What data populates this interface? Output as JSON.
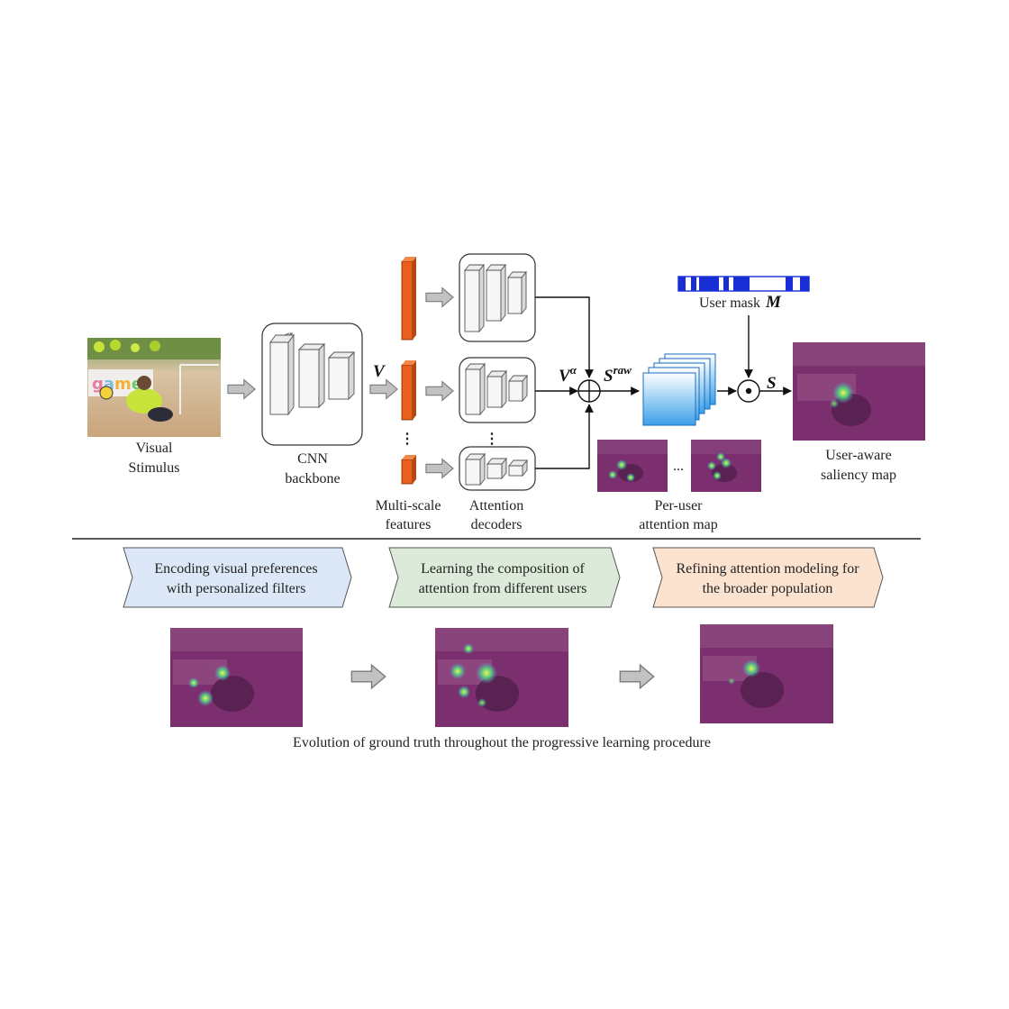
{
  "diagram": {
    "labels": {
      "visual_stimulus": [
        "Visual",
        "Stimulus"
      ],
      "cnn_backbone": [
        "CNN",
        "backbone"
      ],
      "multiscale_features": [
        "Multi-scale",
        "features"
      ],
      "attention_decoders": [
        "Attention",
        "decoders"
      ],
      "per_user_map": [
        "Per-user",
        "attention map"
      ],
      "user_aware_map": [
        "User-aware",
        "saliency map"
      ],
      "user_mask": "User mask",
      "ellipsis": "..."
    },
    "symbols": {
      "V": "V",
      "V_alpha_base": "V",
      "V_alpha_sup": "α",
      "S_raw_base": "S",
      "S_raw_sup": "raw",
      "S": "S",
      "M": "M"
    }
  },
  "stages": [
    {
      "lines": [
        "Encoding visual preferences",
        "with personalized filters"
      ],
      "color": "#dce8f7"
    },
    {
      "lines": [
        "Learning the composition of",
        "attention from different users"
      ],
      "color": "#dcebd9"
    },
    {
      "lines": [
        "Refining attention modeling for",
        "the broader population"
      ],
      "color": "#fce3cf"
    }
  ],
  "caption": "Evolution of ground truth throughout the progressive learning procedure",
  "colors": {
    "feature_orange": "#e8601c",
    "mask_blue": "#1a2ed6",
    "arrow_gray": "#bdbdbd",
    "saliency_purple": "#7b2f6e",
    "heat_green": "#4fe07a"
  }
}
